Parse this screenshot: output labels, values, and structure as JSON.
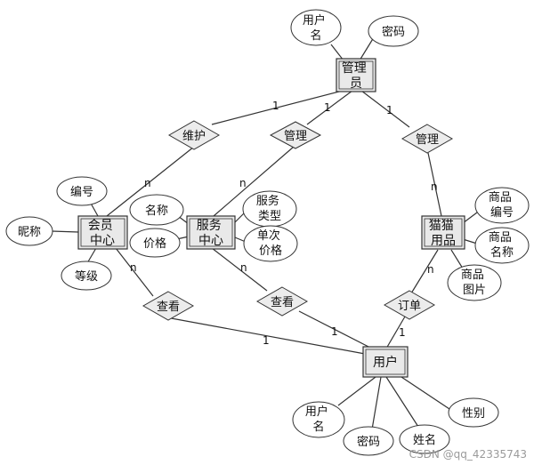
{
  "entities": {
    "admin": "管理员",
    "member": "会员中心",
    "service": "服务中心",
    "catgoods": "猫猫用品",
    "user": "用户"
  },
  "attributes": {
    "admin_username": "用户名",
    "admin_password": "密码",
    "member_id": "编号",
    "member_nickname": "昵称",
    "member_level": "等级",
    "service_name": "名称",
    "service_price": "价格",
    "service_type": "服务类型",
    "service_unitprice": "单次价格",
    "goods_id": "商品编号",
    "goods_name": "商品名称",
    "goods_image": "商品图片",
    "user_username": "用户名",
    "user_password": "密码",
    "user_name": "姓名",
    "user_gender": "性别"
  },
  "relationships": {
    "maintain": "维护",
    "manage_service": "管理",
    "manage_goods": "管理",
    "view_member": "查看",
    "view_service": "查看",
    "order": "订单"
  },
  "cardinalities": {
    "admin_maintain": "1",
    "admin_manage_service": "1",
    "admin_manage_goods": "1",
    "maintain_member": "n",
    "manage_service_service": "n",
    "manage_goods_goods": "n",
    "member_view": "n",
    "service_view": "n",
    "goods_order": "n",
    "view_member_user": "1",
    "view_service_user": "1",
    "order_user": "1"
  },
  "watermark": "CSDN @qq_42335743"
}
